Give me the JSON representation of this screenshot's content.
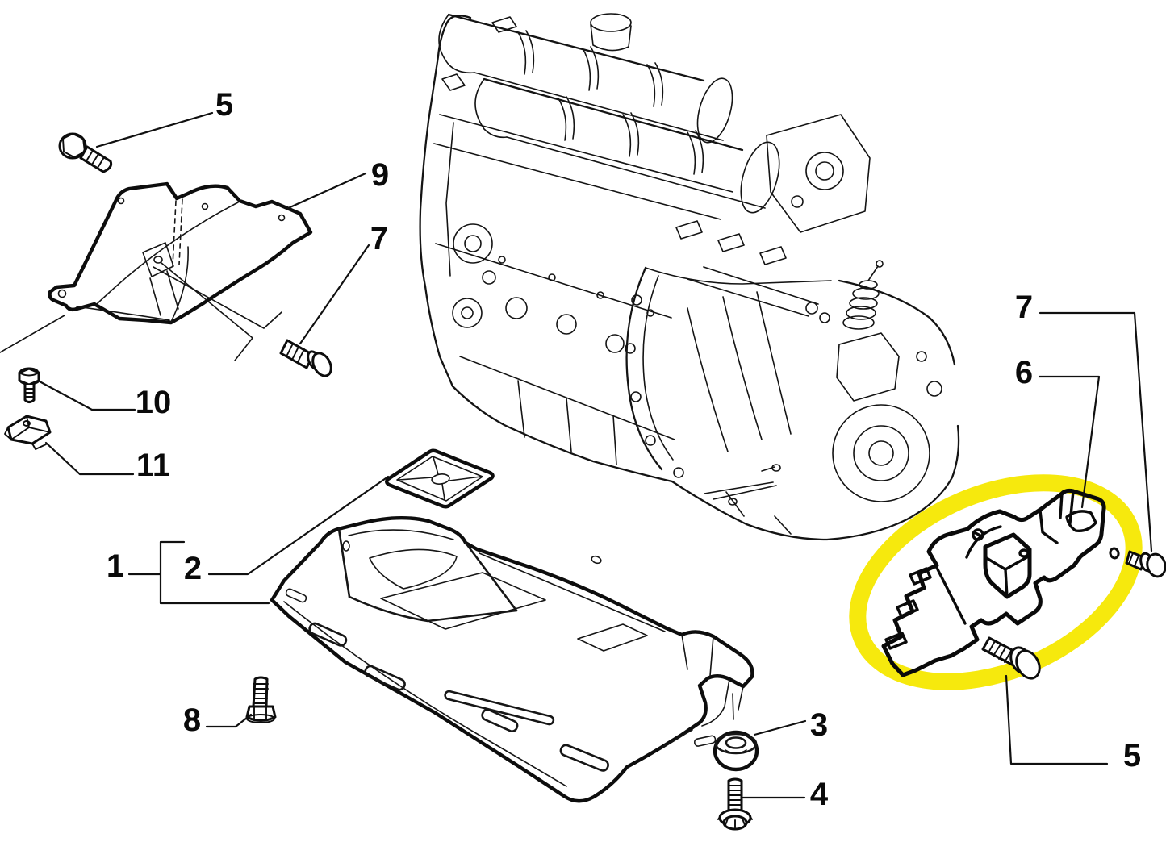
{
  "diagram": {
    "background_color": "#ffffff",
    "line_color": "#101010",
    "highlight_color": "#f6e800",
    "highlighted_callout": "6",
    "callouts": {
      "part5_top_left": {
        "label": "5"
      },
      "part9": {
        "label": "9"
      },
      "part7_left": {
        "label": "7"
      },
      "part10": {
        "label": "10"
      },
      "part11": {
        "label": "11"
      },
      "part1": {
        "label": "1"
      },
      "part2": {
        "label": "2"
      },
      "part8": {
        "label": "8"
      },
      "part3": {
        "label": "3"
      },
      "part4": {
        "label": "4"
      },
      "part7_right": {
        "label": "7"
      },
      "part6": {
        "label": "6"
      },
      "part5_bottom_right": {
        "label": "5"
      }
    }
  }
}
